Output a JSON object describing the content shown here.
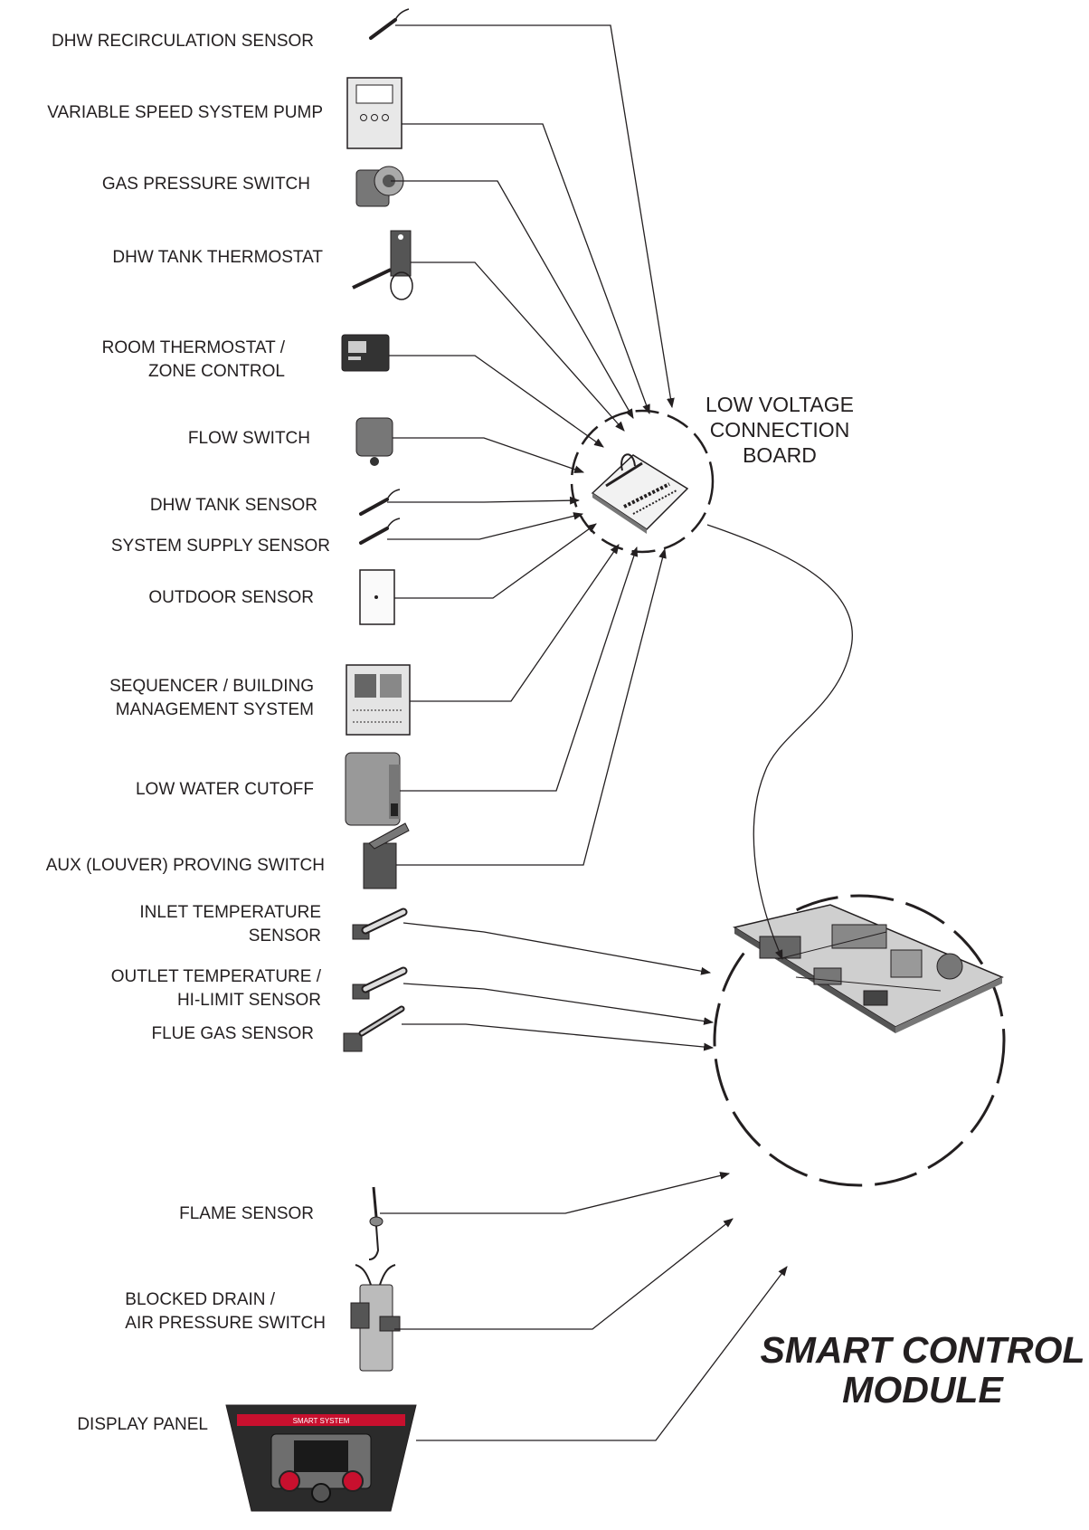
{
  "components": [
    {
      "id": "dhw-recirculation-sensor",
      "lines": [
        "DHW RECIRCULATION SENSOR"
      ]
    },
    {
      "id": "variable-speed-system-pump",
      "lines": [
        "VARIABLE SPEED SYSTEM PUMP"
      ]
    },
    {
      "id": "gas-pressure-switch",
      "lines": [
        "GAS PRESSURE SWITCH"
      ]
    },
    {
      "id": "dhw-tank-thermostat",
      "lines": [
        "DHW TANK THERMOSTAT"
      ]
    },
    {
      "id": "room-thermostat-zone-control",
      "lines": [
        "ROOM THERMOSTAT /",
        "ZONE CONTROL"
      ]
    },
    {
      "id": "flow-switch",
      "lines": [
        "FLOW SWITCH"
      ]
    },
    {
      "id": "dhw-tank-sensor",
      "lines": [
        "DHW TANK SENSOR"
      ]
    },
    {
      "id": "system-supply-sensor",
      "lines": [
        "SYSTEM SUPPLY SENSOR"
      ]
    },
    {
      "id": "outdoor-sensor",
      "lines": [
        "OUTDOOR SENSOR"
      ]
    },
    {
      "id": "sequencer-bms",
      "lines": [
        "SEQUENCER / BUILDING",
        "MANAGEMENT SYSTEM"
      ]
    },
    {
      "id": "low-water-cutoff",
      "lines": [
        "LOW WATER CUTOFF"
      ]
    },
    {
      "id": "aux-louver-proving-switch",
      "lines": [
        "AUX (LOUVER) PROVING SWITCH"
      ]
    },
    {
      "id": "inlet-temperature-sensor",
      "lines": [
        "INLET TEMPERATURE",
        "SENSOR"
      ]
    },
    {
      "id": "outlet-temperature-hi-limit-sensor",
      "lines": [
        "OUTLET TEMPERATURE /",
        "HI-LIMIT SENSOR"
      ]
    },
    {
      "id": "flue-gas-sensor",
      "lines": [
        "FLUE GAS SENSOR"
      ]
    },
    {
      "id": "flame-sensor",
      "lines": [
        "FLAME SENSOR"
      ]
    },
    {
      "id": "blocked-drain-air-pressure-switch",
      "lines": [
        "BLOCKED DRAIN /",
        "AIR PRESSURE SWITCH"
      ]
    },
    {
      "id": "display-panel",
      "lines": [
        "DISPLAY PANEL"
      ]
    }
  ],
  "low_voltage_board": {
    "lines": [
      "LOW VOLTAGE",
      "CONNECTION",
      "BOARD"
    ]
  },
  "smart_control_module": {
    "lines": [
      "SMART CONTROL",
      "MODULE"
    ]
  },
  "display_panel_brand": "SMART SYSTEM",
  "colors": {
    "line": "#231f20",
    "panel_red": "#c8102e",
    "panel_body": "#2b2b2b"
  }
}
